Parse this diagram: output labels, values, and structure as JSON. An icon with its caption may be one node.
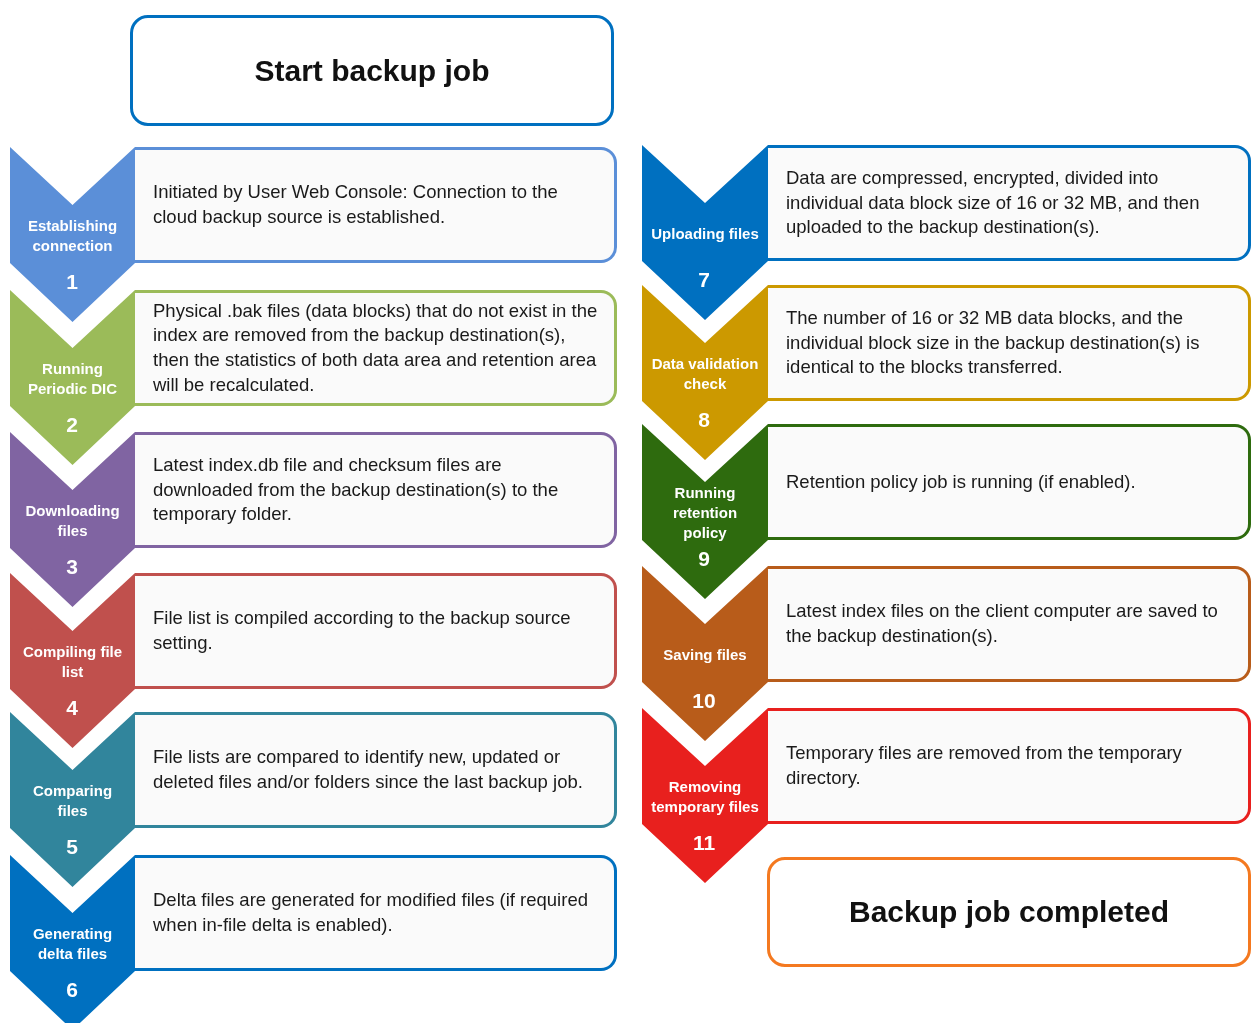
{
  "diagram": {
    "nodes": [
      {
        "text": [
          "Start backup job"
        ]
      },
      {
        "text": [
          "Establishing connection",
          "1"
        ]
      },
      {
        "text": [
          "Initiated by User Web Console: Connection to the cloud backup source is established."
        ]
      },
      {
        "text": [
          "Running Periodic DIC",
          "2"
        ]
      },
      {
        "text": [
          "Physical .bak files (data blocks) that do not exist in the index are removed from the backup destination(s), then the statistics of both data area and retention area will be recalculated."
        ]
      },
      {
        "text": [
          "Downloading files",
          "3"
        ]
      },
      {
        "text": [
          "Latest index.db file and checksum files are downloaded from the backup destination(s) to the temporary folder."
        ]
      },
      {
        "text": [
          "Compiling file list",
          "4"
        ]
      },
      {
        "text": [
          "File list is compiled according to the backup source setting."
        ]
      },
      {
        "text": [
          "Comparing files",
          "5"
        ]
      },
      {
        "text": [
          "File lists are compared to identify new, updated or deleted files and/or folders since the last backup job."
        ]
      },
      {
        "text": [
          "Generating delta files",
          "6"
        ]
      },
      {
        "text": [
          "Delta files are generated for modified files (if required when in-file delta is enabled)."
        ]
      },
      {
        "text": [
          "Uploading files",
          "7"
        ]
      },
      {
        "text": [
          "Data are compressed, encrypted, divided into individual data block size of 16 or 32 MB, and then uploaded to the backup destination(s)."
        ]
      },
      {
        "text": [
          "Data validation check",
          "8"
        ]
      },
      {
        "text": [
          "The number of 16 or 32 MB data blocks, and the individual block size in the backup destination(s) is identical to the blocks transferred."
        ]
      },
      {
        "text": [
          "Running retention policy",
          "9"
        ]
      },
      {
        "text": [
          "Retention policy job is running (if enabled)."
        ]
      },
      {
        "text": [
          "Saving files",
          "10"
        ]
      },
      {
        "text": [
          "Latest index files on the client computer are saved to the backup destination(s)."
        ]
      },
      {
        "text": [
          "Removing temporary files",
          "11"
        ]
      },
      {
        "text": [
          "Temporary files are removed from the temporary directory."
        ]
      },
      {
        "text": [
          "Backup job completed"
        ]
      }
    ]
  }
}
